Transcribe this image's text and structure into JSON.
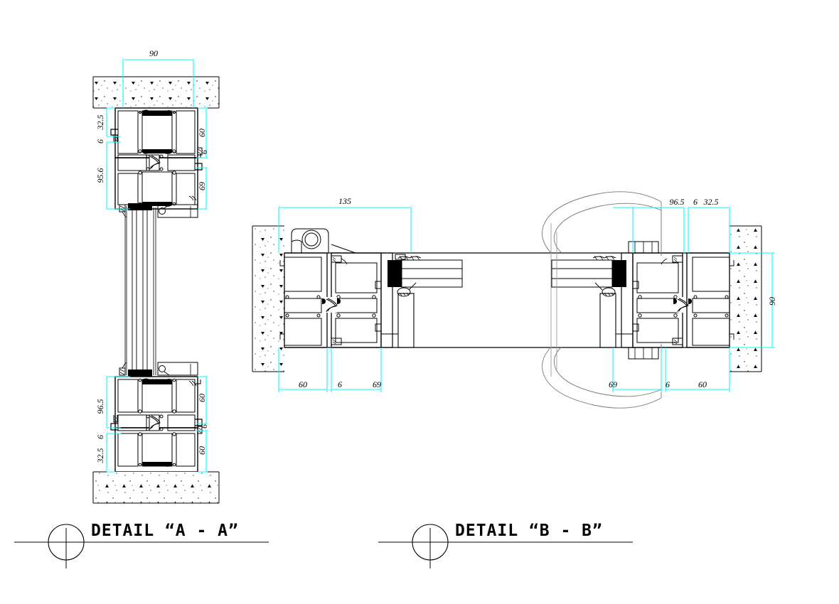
{
  "drawing": {
    "type": "architectural-cad-section-detail",
    "subject": "Aluminium double door / window frame horizontal and vertical sections",
    "units": "mm",
    "line_colors": {
      "geometry": "#000000",
      "dimension": "#00ffff",
      "hatch": "#000000",
      "background": "#ffffff"
    }
  },
  "details": [
    {
      "id": "A-A",
      "title": "DETAIL “A - A”",
      "orientation": "vertical-section",
      "dimensions": {
        "overall_top": "90",
        "left_upper": [
          "32.5",
          "6",
          "95.6"
        ],
        "right_upper": [
          "60",
          "6",
          "69"
        ],
        "left_lower": [
          "96.5",
          "6",
          "32.5"
        ],
        "right_lower": [
          "60",
          "6",
          "60"
        ]
      }
    },
    {
      "id": "B-B",
      "title": "DETAIL “B - B”",
      "orientation": "horizontal-section",
      "dimensions": {
        "overall_left": "135",
        "bottom_left": [
          "60",
          "6",
          "69"
        ],
        "bottom_right": [
          "69",
          "6",
          "60"
        ],
        "top_right": [
          "96.5",
          "6",
          "32.5"
        ],
        "right_vertical": "90"
      }
    }
  ],
  "labels": {
    "d90_top": "90",
    "d32_5_a": "32.5",
    "d6_a": "6",
    "d95_6": "95.6",
    "d60_a": "60",
    "d6_b": "6",
    "d69_a": "69",
    "d96_5_a": "96.5",
    "d6_c": "6",
    "d32_5_b": "32.5",
    "d60_b": "60",
    "d6_d": "6",
    "d60_c": "60",
    "d135": "135",
    "d60_d": "60",
    "d6_e": "6",
    "d69_b": "69",
    "d69_c": "69",
    "d6_f": "6",
    "d60_e": "60",
    "d96_5_b": "96.5",
    "d6_g": "6",
    "d32_5_c": "32.5",
    "d90_right": "90",
    "title_a": "DETAIL “A - A”",
    "title_b": "DETAIL “B - B”"
  }
}
